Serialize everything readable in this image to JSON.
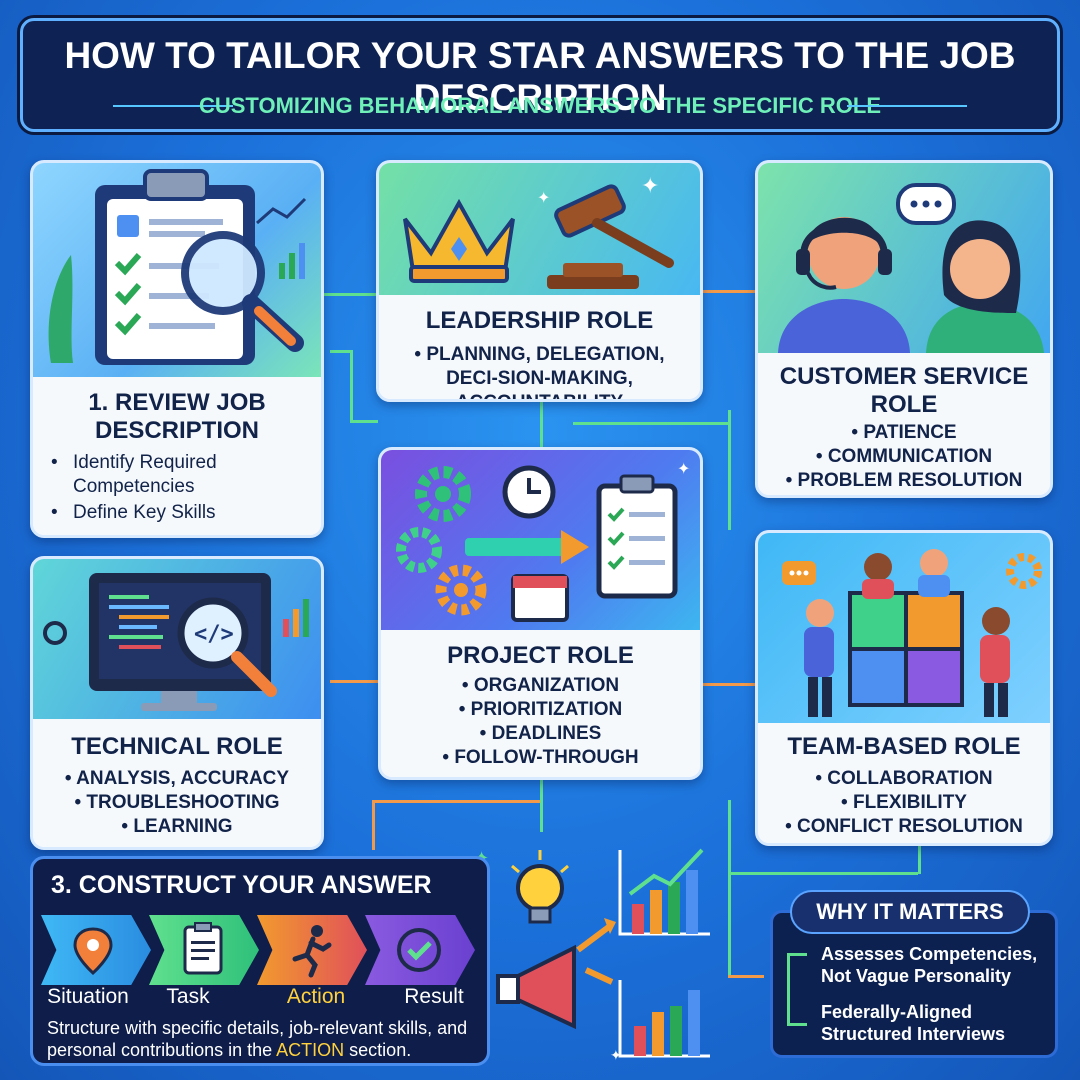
{
  "header": {
    "title": "HOW TO TAILOR YOUR STAR ANSWERS TO THE JOB DESCRIPTION",
    "subtitle": "CUSTOMIZING BEHAVIORAL ANSWERS TO THE SPECIFIC ROLE"
  },
  "review": {
    "title_line1": "1. REVIEW JOB",
    "title_line2": "DESCRIPTION",
    "items": [
      "Identify Required Competencies",
      "Define Key Skills"
    ]
  },
  "leadership": {
    "title": "LEADERSHIP ROLE",
    "text": "• PLANNING, DELEGATION, DECI-SION-MAKING, ACCOUNTABILITY"
  },
  "customer": {
    "title_line1": "CUSTOMER SERVICE",
    "title_line2": "ROLE",
    "items": [
      "PATIENCE",
      "COMMUNICATION",
      "PROBLEM RESOLUTION"
    ]
  },
  "project": {
    "title": "PROJECT ROLE",
    "items": [
      "ORGANIZATION",
      "PRIORITIZATION",
      "DEADLINES",
      "FOLLOW-THROUGH"
    ]
  },
  "technical": {
    "title": "TECHNICAL ROLE",
    "items": [
      "ANALYSIS, ACCURACY",
      "TROUBLESHOOTING",
      "LEARNING"
    ]
  },
  "team": {
    "title": "TEAM-BASED ROLE",
    "items": [
      "COLLABORATION",
      "FLEXIBILITY",
      "CONFLICT RESOLUTION"
    ]
  },
  "construct": {
    "title": "3. CONSTRUCT YOUR ANSWER",
    "steps": [
      "Situation",
      "Task",
      "Action",
      "Result"
    ],
    "text_before": "Structure with specific details, job-relevant skills, and personal contributions in the ",
    "text_accent": "ACTION",
    "text_after": " section."
  },
  "why": {
    "title": "WHY IT MATTERS",
    "items": [
      "Assesses Competencies, Not Vague Personality",
      "Federally-Aligned Structured Interviews"
    ]
  },
  "colors": {
    "navy": "#0e2254",
    "accent_green": "#6ef0b8",
    "accent_yellow": "#ffd23d",
    "connector_orange": "#f29a4a"
  },
  "icons": [
    "clipboard-icon",
    "magnifier-icon",
    "crown-icon",
    "gavel-icon",
    "headset-agent-icon",
    "chat-bubble-icon",
    "gear-icon",
    "clock-icon",
    "calendar-icon",
    "checklist-icon",
    "monitor-code-icon",
    "puzzle-team-icon",
    "map-pin-icon",
    "runner-icon",
    "check-circle-icon",
    "lightbulb-icon",
    "megaphone-icon",
    "bar-chart-icon"
  ]
}
